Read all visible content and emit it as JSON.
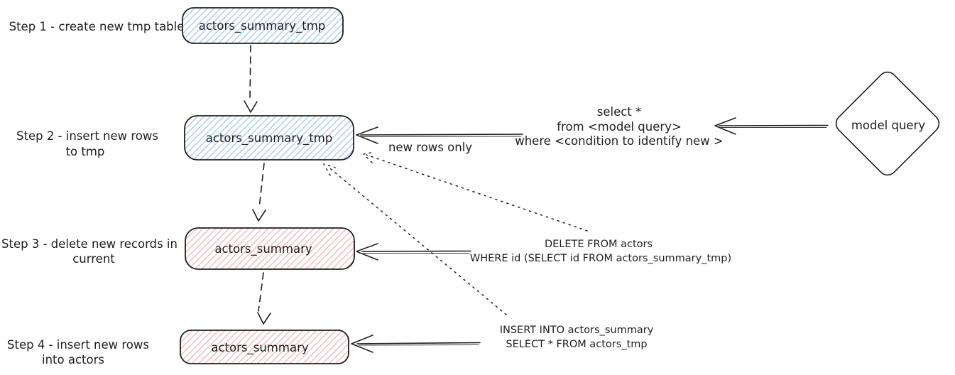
{
  "steps": [
    {
      "label": [
        "Step 1 - create new tmp table"
      ],
      "node": "actors_summary_tmp"
    },
    {
      "label": [
        "Step 2 - insert new rows",
        "to tmp"
      ],
      "node": "actors_summary_tmp"
    },
    {
      "label": [
        "Step 3 - delete new records in",
        "current"
      ],
      "node": "actors_summary"
    },
    {
      "label": [
        "Step 4 - insert new rows",
        "into actors"
      ],
      "node": "actors_summary"
    }
  ],
  "nodes": {
    "model_query": "model query"
  },
  "annotations": {
    "new_rows_only": "new rows only",
    "select_sql": [
      "select *",
      "from <model query>",
      "where <condition to identify new >"
    ],
    "delete_sql": [
      "DELETE FROM actors",
      "WHERE id (SELECT id FROM actors_summary_tmp)"
    ],
    "insert_sql": [
      "INSERT INTO actors_summary",
      "SELECT * FROM actors_tmp"
    ]
  },
  "colors": {
    "tmp_table_hatch": "#9ec7f2",
    "current_table_hatch": "#f7b1b1",
    "stroke": "#1e1e1e",
    "background": "#ffffff"
  }
}
